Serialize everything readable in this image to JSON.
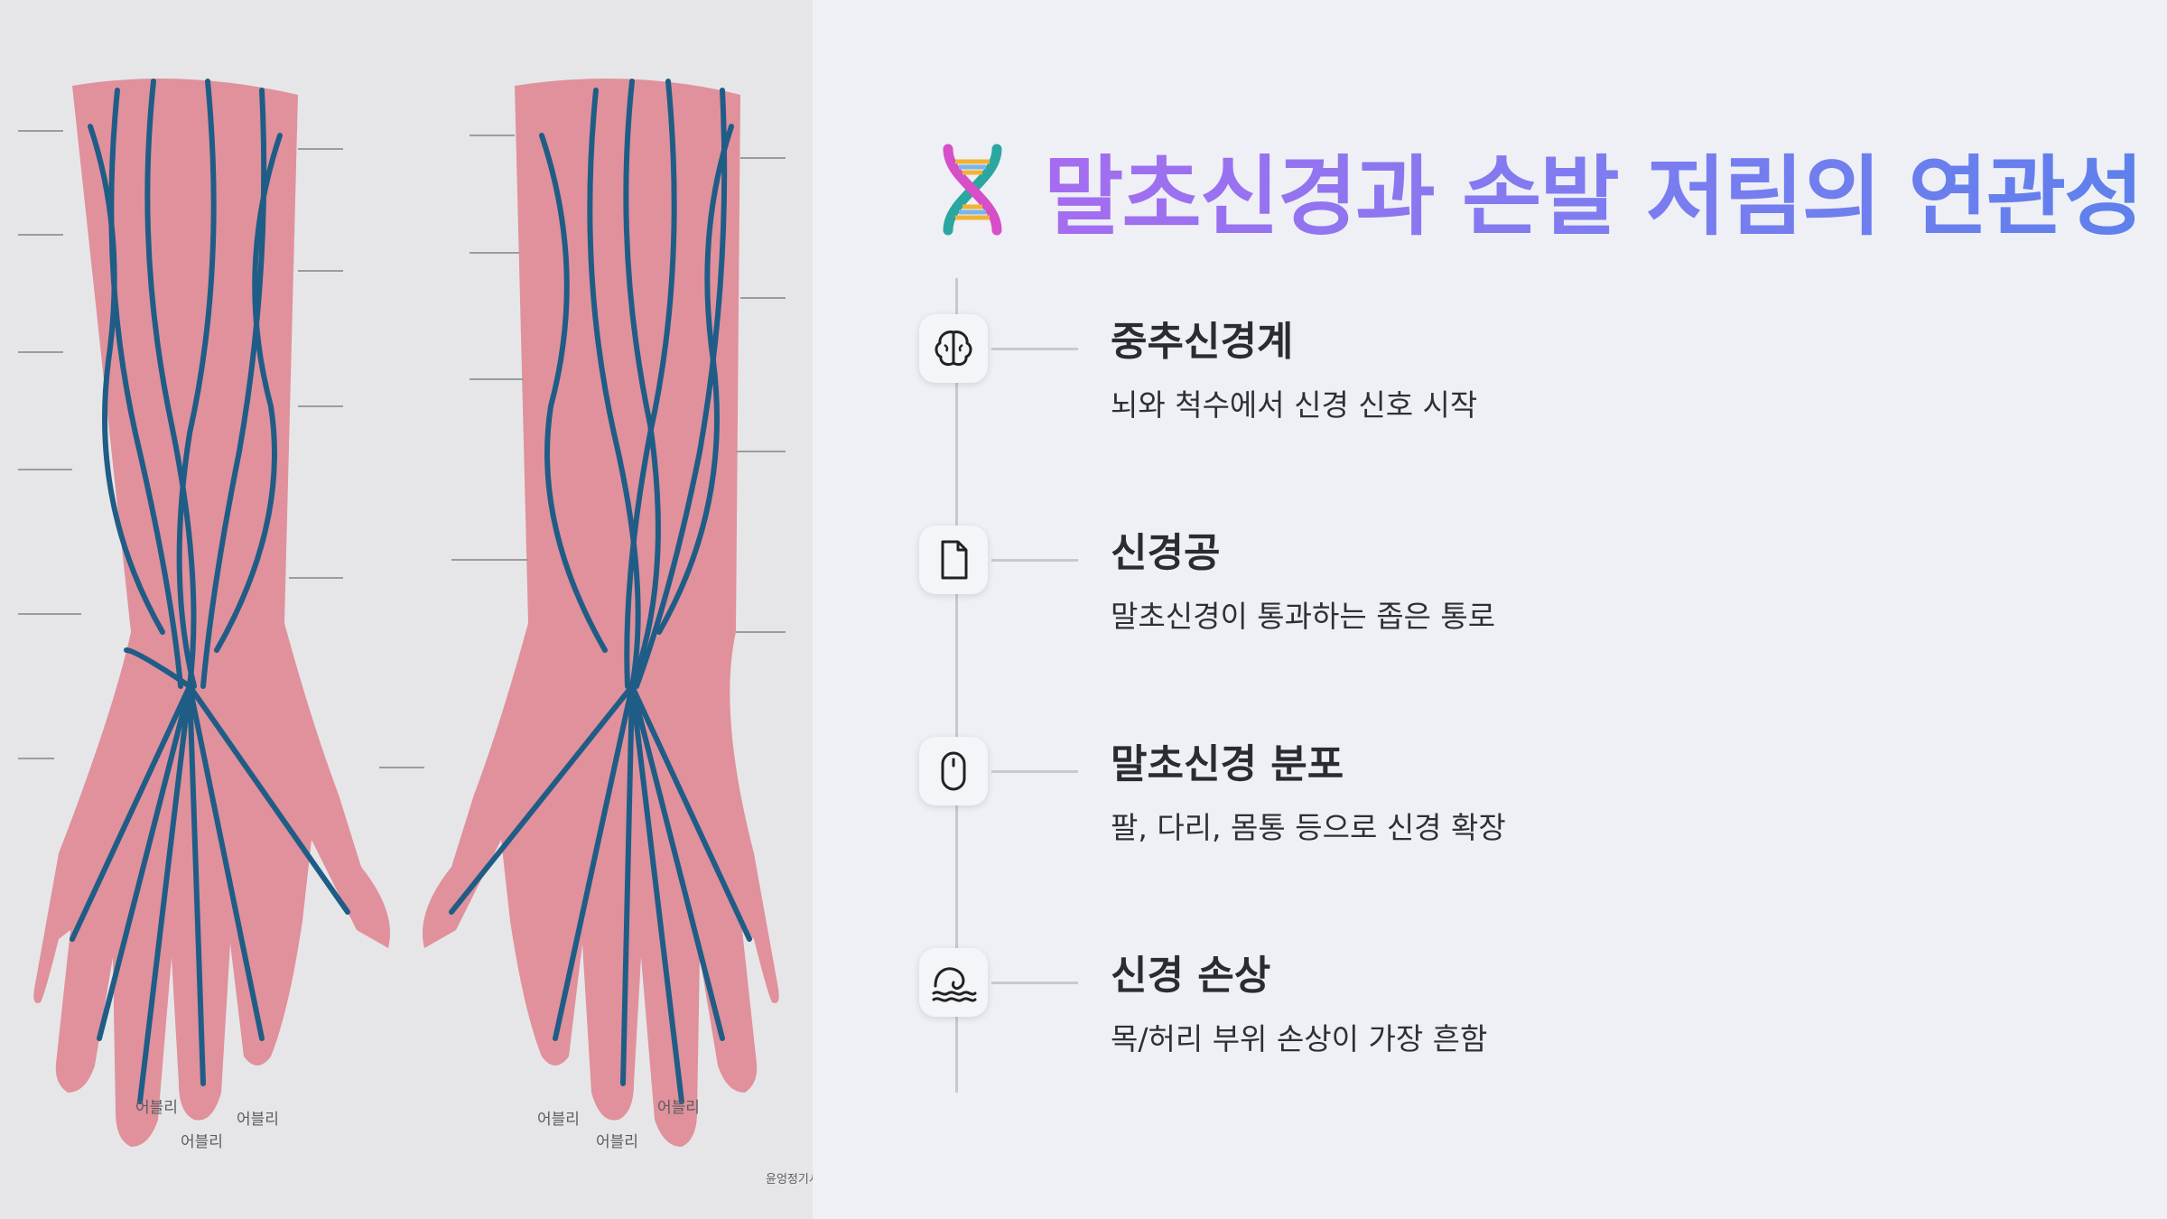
{
  "slide": {
    "title": "말초신경과 손발 저림의 연관성",
    "title_icon": "dna-icon",
    "accent_colors": [
      "#a66cf0",
      "#5f80ec"
    ]
  },
  "timeline": [
    {
      "icon": "brain-icon",
      "title": "중추신경계",
      "description": "뇌와 척수에서 신경 신호 시작"
    },
    {
      "icon": "document-icon",
      "title": "신경공",
      "description": "말초신경이 통과하는 좁은 통로"
    },
    {
      "icon": "mouse-icon",
      "title": "말초신경 분포",
      "description": "팔, 다리, 몸통 등으로 신경 확장"
    },
    {
      "icon": "waves-icon",
      "title": "신경 손상",
      "description": "목/허리 부위 손상이 가장 흔함"
    }
  ],
  "illustration": {
    "finger_labels": [
      "어블리",
      "어블리",
      "어블리",
      "어블리",
      "어블리",
      "어블리"
    ],
    "corner_label": "윤엉정기시"
  }
}
